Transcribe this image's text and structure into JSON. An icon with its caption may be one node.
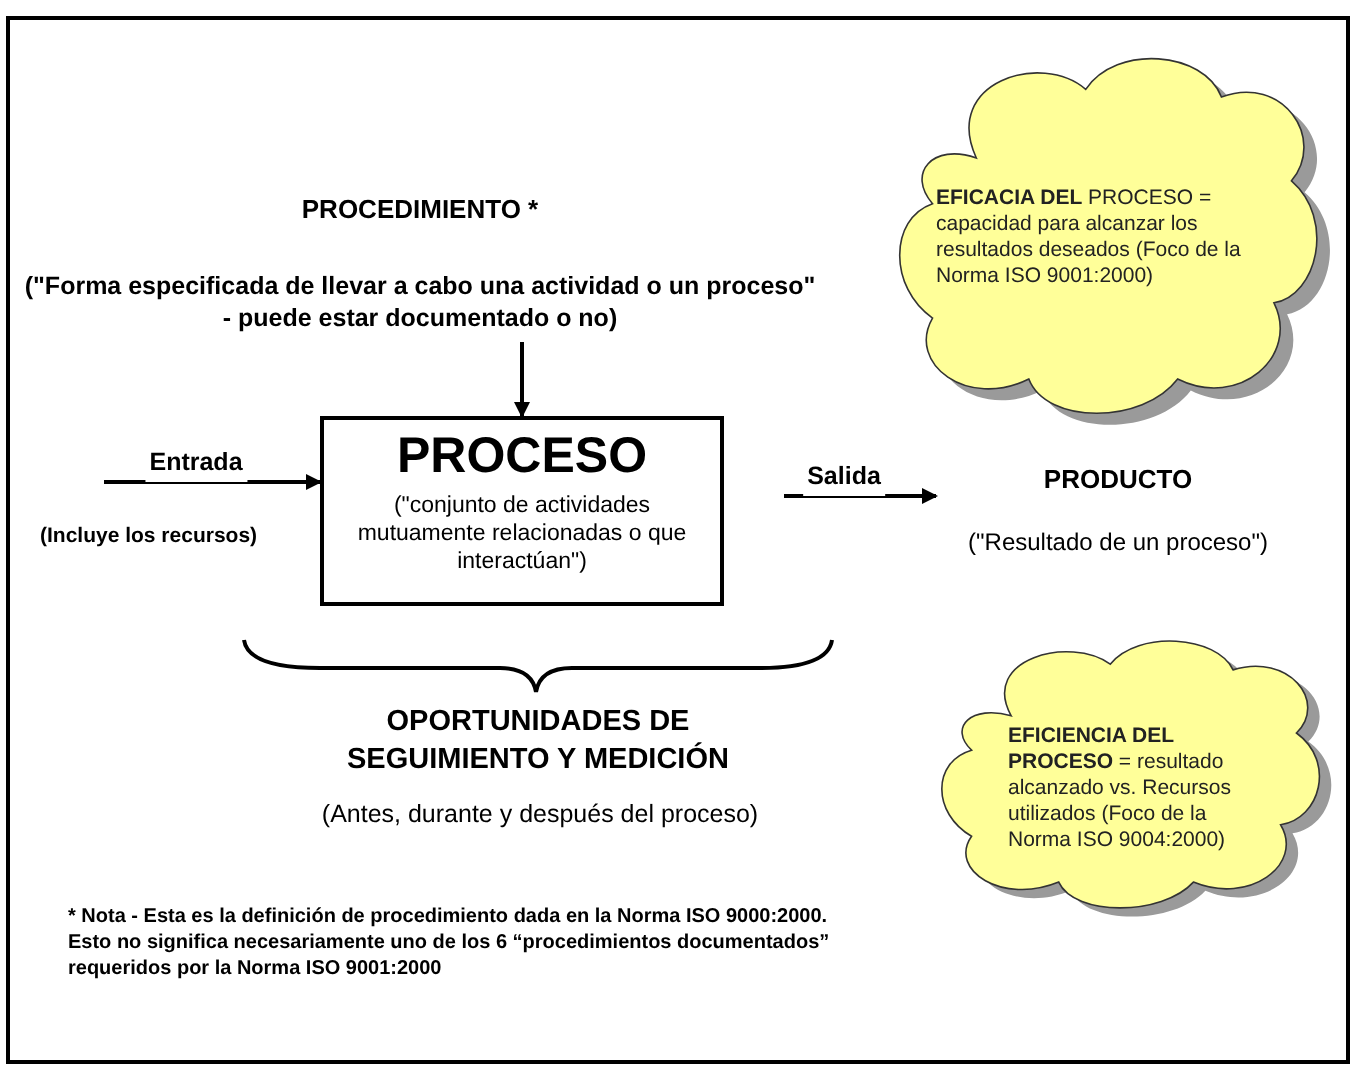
{
  "diagram": {
    "nodes": [
      {
        "text": [
          "PROCEDIMIENTO *",
          "(\"Forma especificada de llevar a cabo una actividad o un proceso\" - puede estar documentado o no)"
        ]
      },
      {
        "text": [
          "PROCESO",
          "(\"conjunto de actividades mutuamente relacionadas o que interactúan\")"
        ]
      },
      {
        "text": [
          "PRODUCTO",
          "(\"Resultado de un proceso\")"
        ]
      },
      {
        "text": [
          "**EFICACIA DEL** PROCESO = capacidad para alcanzar los resultados deseados (Foco de la Norma ISO 9001:2000)"
        ]
      },
      {
        "text": [
          "**EFICIENCIA DEL PROCESO** = resultado alcanzado vs. Recursos utilizados (Foco de la Norma ISO 9004:2000)"
        ]
      }
    ],
    "edges": [
      {
        "from": 0,
        "to": 1,
        "arrow": "to"
      },
      {
        "from": null,
        "to": 1,
        "arrow": "to",
        "label": "Entrada"
      },
      {
        "from": 1,
        "to": 2,
        "arrow": "to",
        "label": "Salida"
      }
    ],
    "labels": [
      "(Incluye los recursos)",
      "OPORTUNIDADES DE SEGUIMIENTO Y MEDICIÓN",
      "(Antes, durante y después del proceso)",
      "* Nota - Esta es la definición de procedimiento dada en la Norma ISO 9000:2000.",
      "Esto no significa necesariamente uno de los 6 “procedimientos documentados” requeridos por la Norma ISO 9001:2000"
    ]
  }
}
